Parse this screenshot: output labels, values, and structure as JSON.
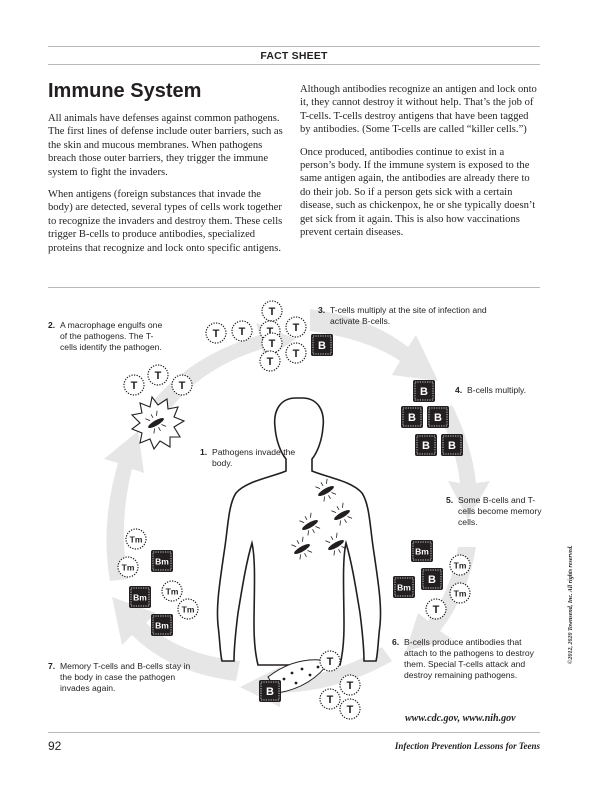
{
  "header": {
    "label": "FACT SHEET"
  },
  "article": {
    "title": "Immune System",
    "left_paragraphs": [
      "All animals have defenses against common pathogens. The first lines of defense include outer barriers, such as the skin and mucous membranes. When pathogens breach those outer barriers, they trigger the immune system to fight the invaders.",
      "When antigens (foreign substances that invade the body) are detected, several types of cells work together to recognize the invaders and destroy them. These cells trigger B-cells to produce antibodies, specialized proteins that recognize and lock onto specific antigens."
    ],
    "right_paragraphs": [
      "Although antibodies recognize an antigen and lock onto it, they cannot destroy it without help. That’s the job of T-cells. T-cells destroy antigens that have been tagged by antibodies. (Some T-cells are called “killer cells.”)",
      "Once produced, antibodies continue to exist in a person’s body. If the immune system is exposed to the same antigen again, the antibodies are already there to do their job. So if a person gets sick with a certain disease, such as chickenpox, he or she typically doesn’t get sick from it again. This is also how vaccinations prevent certain diseases."
    ]
  },
  "diagram": {
    "cell_labels": {
      "t_cell": "T",
      "b_cell": "B",
      "memory_t": "Tm",
      "memory_b": "Bm"
    },
    "steps": [
      {
        "num": "1.",
        "text": "Pathogens invade the body."
      },
      {
        "num": "2.",
        "text": "A macrophage engulfs one of the pathogens. The T-cells identify the pathogen."
      },
      {
        "num": "3.",
        "text": "T-cells multiply at the site of infection and activate B-cells."
      },
      {
        "num": "4.",
        "text": "B-cells multiply."
      },
      {
        "num": "5.",
        "text": "Some B-cells and T-cells become memory cells."
      },
      {
        "num": "6.",
        "text": "B-cells produce antibodies that attach to the pathogens to destroy them. Special T-cells attack and destroy remaining pathogens."
      },
      {
        "num": "7.",
        "text": "Memory T-cells and B-cells stay in the body in case the pathogen invades again."
      }
    ],
    "icons": [
      "body-silhouette-icon",
      "pathogen-icon",
      "macrophage-icon",
      "t-cell-icon",
      "b-cell-icon",
      "circular-arrow-icon"
    ],
    "colors": {
      "arrow": "#e6e6e6",
      "b_cell": "#231f20",
      "ink": "#231f20"
    }
  },
  "footer": {
    "links": "www.cdc.gov, www.nih.gov",
    "page_number": "92",
    "book_title": "Infection Prevention Lessons for Teens",
    "copyright": "©2012, 2020 Townsend, Inc. All rights reserved."
  }
}
